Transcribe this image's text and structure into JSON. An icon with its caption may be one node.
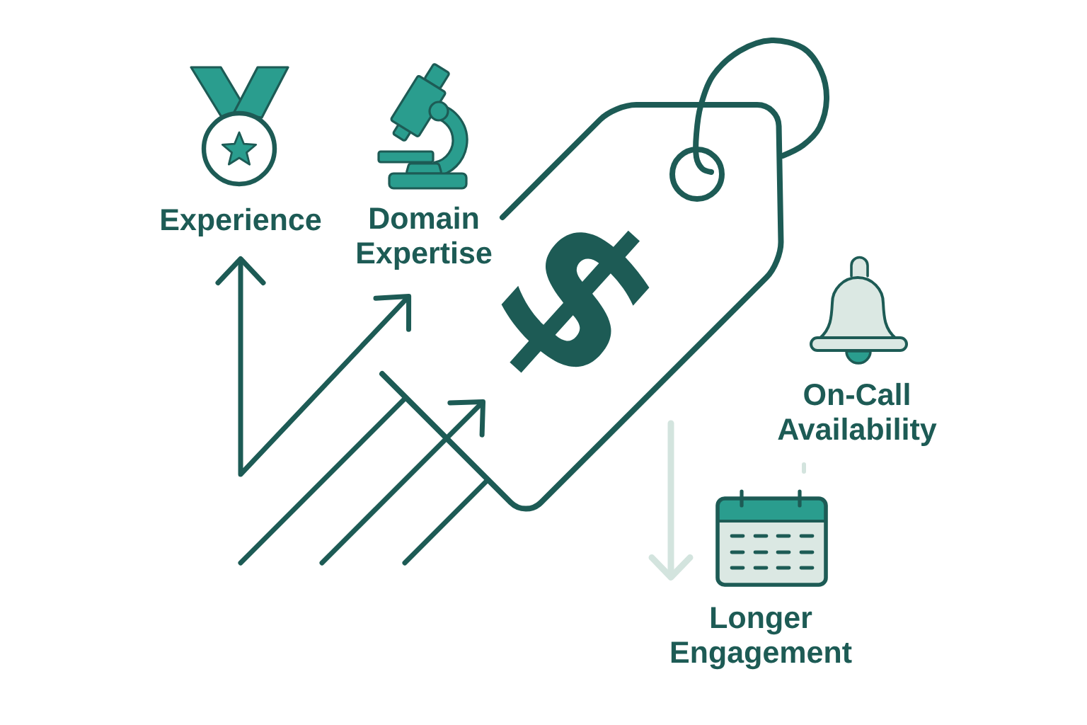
{
  "diagram": {
    "nodes": [
      {
        "text": [
          "Experience"
        ]
      },
      {
        "text": [
          "Domain Expertise"
        ]
      },
      {
        "text": [
          "$"
        ]
      },
      {
        "text": [
          "On-Call Availability"
        ]
      },
      {
        "text": [
          "Longer Engagement"
        ]
      }
    ],
    "edges": [
      {
        "from": null,
        "to": 2,
        "arrow": "none"
      },
      {
        "from": null,
        "to": 2,
        "arrow": "to"
      },
      {
        "from": null,
        "to": 2,
        "arrow": "none"
      }
    ]
  }
}
